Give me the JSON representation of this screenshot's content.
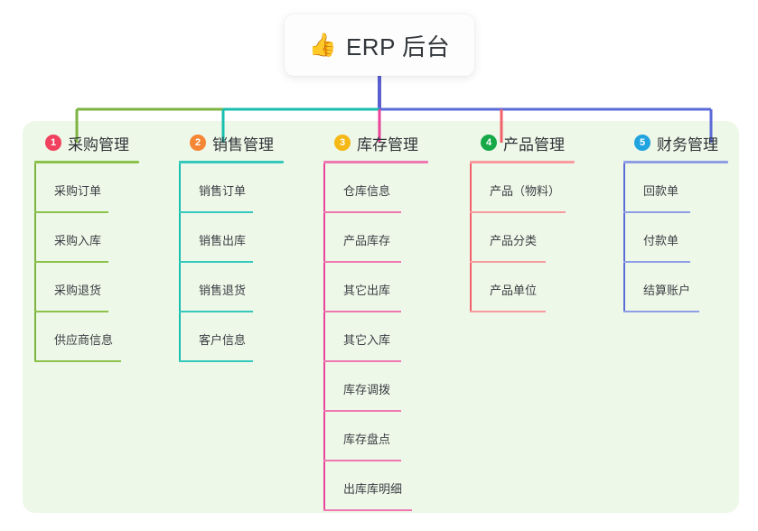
{
  "root": {
    "icon": "thumbs-up-emoji",
    "emoji": "👍",
    "title": "ERP 后台"
  },
  "colors": {
    "panel_bg": "#eef8e8",
    "page_bg": "#ffffff",
    "root_bg": "#fdfdfd",
    "text": "#32363a",
    "trunk": "#5b5fd1",
    "branch_1": "#7cb342",
    "branch_2": "#19bfae",
    "branch_3": "#e8449a",
    "branch_4": "#f2616a",
    "branch_5": "#5b6bd8"
  },
  "chart_data": {
    "type": "tree",
    "title": "ERP 后台",
    "root_label": "ERP 后台",
    "branch_count": 5,
    "leaf_counts": [
      4,
      4,
      7,
      3,
      3
    ]
  },
  "columns": [
    {
      "index": "1",
      "badge_color": "#f0415f",
      "line_color": "#7cb342",
      "rule_color": "#8bc34a",
      "label": "采购管理",
      "head_rule_width": 116,
      "items": [
        {
          "label": "采购订单",
          "rule_width": 82
        },
        {
          "label": "采购入库",
          "rule_width": 82
        },
        {
          "label": "采购退货",
          "rule_width": 82
        },
        {
          "label": "供应商信息",
          "rule_width": 96
        }
      ]
    },
    {
      "index": "2",
      "badge_color": "#f58634",
      "line_color": "#19bfae",
      "rule_color": "#35c9bd",
      "label": "销售管理",
      "head_rule_width": 116,
      "items": [
        {
          "label": "销售订单",
          "rule_width": 82
        },
        {
          "label": "销售出库",
          "rule_width": 82
        },
        {
          "label": "销售退货",
          "rule_width": 82
        },
        {
          "label": "客户信息",
          "rule_width": 82
        }
      ]
    },
    {
      "index": "3",
      "badge_color": "#f5b814",
      "line_color": "#e8449a",
      "rule_color": "#ef77b2",
      "label": "库存管理",
      "head_rule_width": 116,
      "items": [
        {
          "label": "仓库信息",
          "rule_width": 86
        },
        {
          "label": "产品库存",
          "rule_width": 86
        },
        {
          "label": "其它出库",
          "rule_width": 86
        },
        {
          "label": "其它入库",
          "rule_width": 86
        },
        {
          "label": "库存调拨",
          "rule_width": 86
        },
        {
          "label": "库存盘点",
          "rule_width": 86
        },
        {
          "label": "出库库明细",
          "rule_width": 98
        }
      ]
    },
    {
      "index": "4",
      "badge_color": "#17a948",
      "line_color": "#f2616a",
      "rule_color": "#f79b9f",
      "label": "产品管理",
      "head_rule_width": 116,
      "items": [
        {
          "label": "产品（物料）",
          "rule_width": 106
        },
        {
          "label": "产品分类",
          "rule_width": 84
        },
        {
          "label": "产品单位",
          "rule_width": 84
        }
      ]
    },
    {
      "index": "5",
      "badge_color": "#21a3e0",
      "line_color": "#5b6bd8",
      "rule_color": "#8f9ee4",
      "label": "财务管理",
      "head_rule_width": 116,
      "items": [
        {
          "label": "回款单",
          "rule_width": 74
        },
        {
          "label": "付款单",
          "rule_width": 74
        },
        {
          "label": "结算账户",
          "rule_width": 84
        }
      ]
    }
  ]
}
